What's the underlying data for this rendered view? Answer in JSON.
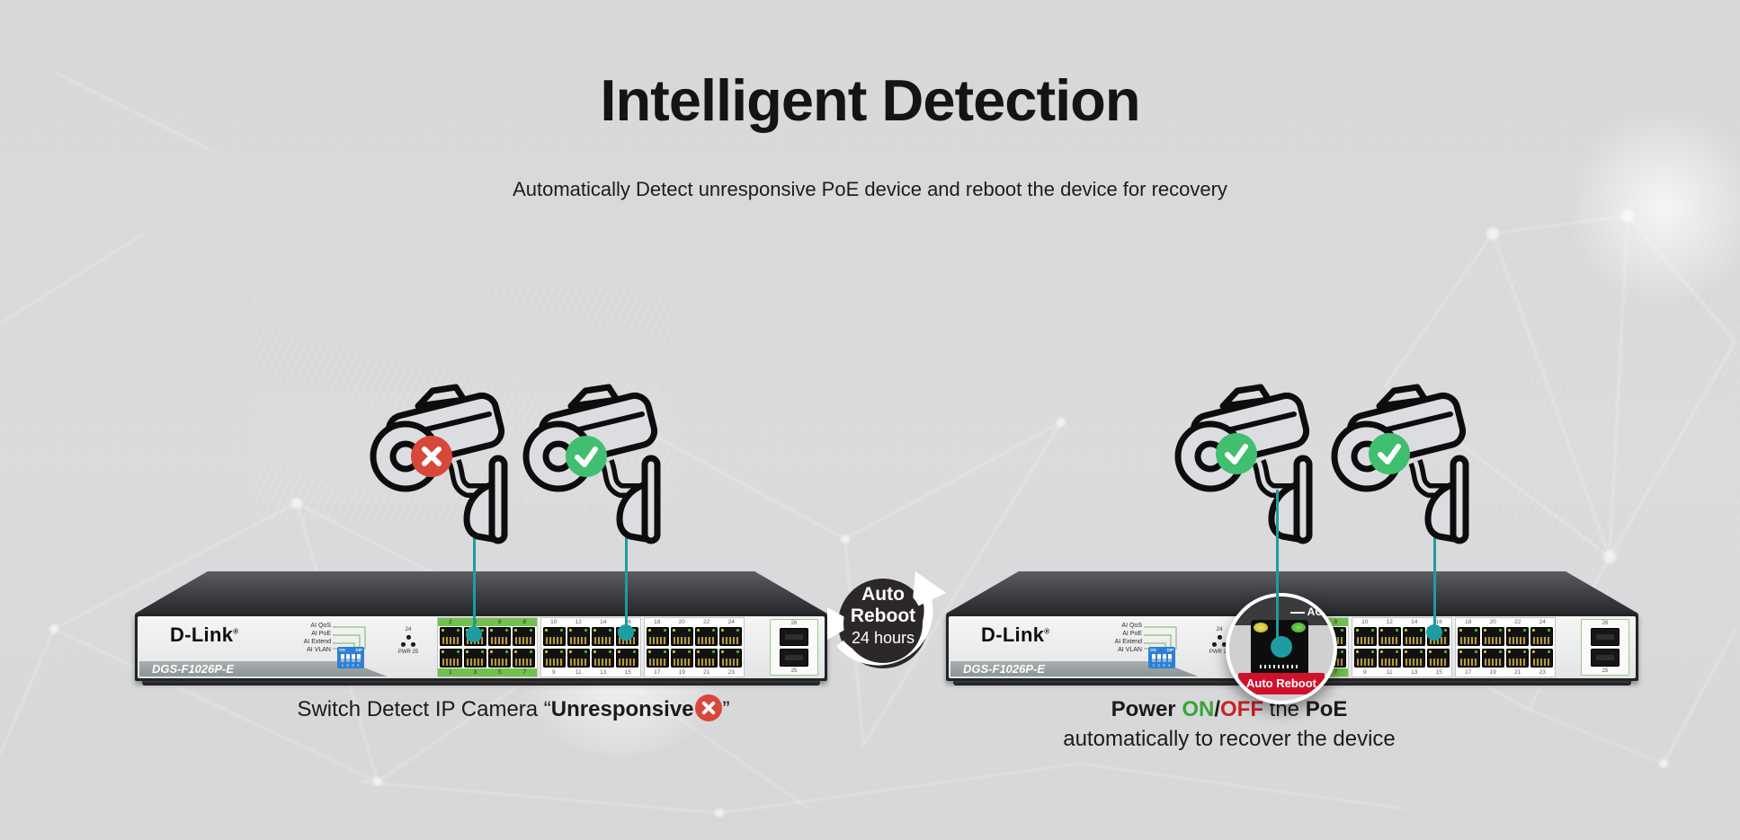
{
  "header": {
    "title": "Intelligent Detection",
    "subtitle": "Automatically Detect unresponsive PoE device and reboot the device for recovery"
  },
  "reboot_badge": {
    "line1": "Auto",
    "line2": "Reboot",
    "line3": "24 hours"
  },
  "device": {
    "brand": "D-Link",
    "brand_reg": "®",
    "model": "DGS-F1026P-E",
    "dip_labels": [
      "AI QoS",
      "AI PoE",
      "AI Extend",
      "AI VLAN"
    ],
    "dip_on": "ON",
    "dip_mode": "DIP",
    "dip_numbers": "1 2 3 4",
    "led_top_label": "24",
    "led_bottom_label": "PWR 25",
    "sfp_top_label": "26",
    "sfp_bottom_label": "25",
    "port_groups": [
      {
        "top": [
          "2",
          "4",
          "6",
          "8"
        ],
        "bottom": [
          "1",
          "3",
          "5",
          "7"
        ]
      },
      {
        "top": [
          "10",
          "12",
          "14",
          "16"
        ],
        "bottom": [
          "9",
          "11",
          "13",
          "15"
        ]
      },
      {
        "top": [
          "18",
          "20",
          "22",
          "24"
        ],
        "bottom": [
          "17",
          "19",
          "21",
          "23"
        ]
      }
    ]
  },
  "magnifier": {
    "panel_text": "AC",
    "label": "Auto Reboot"
  },
  "icons": {
    "camera": "cctv-camera-icon",
    "error": "error-cross-icon",
    "ok": "check-icon",
    "cycle": "auto-reboot-cycle-icon"
  },
  "captions": {
    "left": {
      "prefix": "Switch Detect IP Camera ",
      "open_quote": "“",
      "highlight": "Unresponsive",
      "close_quote": "”"
    },
    "right": {
      "power": "Power ",
      "on": "ON",
      "slash": "/",
      "off": "OFF",
      "mid": " the ",
      "poe": "PoE",
      "line2": "automatically to recover the device"
    }
  },
  "colors": {
    "teal_link": "#1d9da1",
    "alert_red": "#d9473b",
    "ok_green": "#3fbf6f",
    "dlink_red": "#d0112b",
    "on_green": "#3aa435",
    "off_red": "#cc2222",
    "background": "#d9dadb"
  }
}
